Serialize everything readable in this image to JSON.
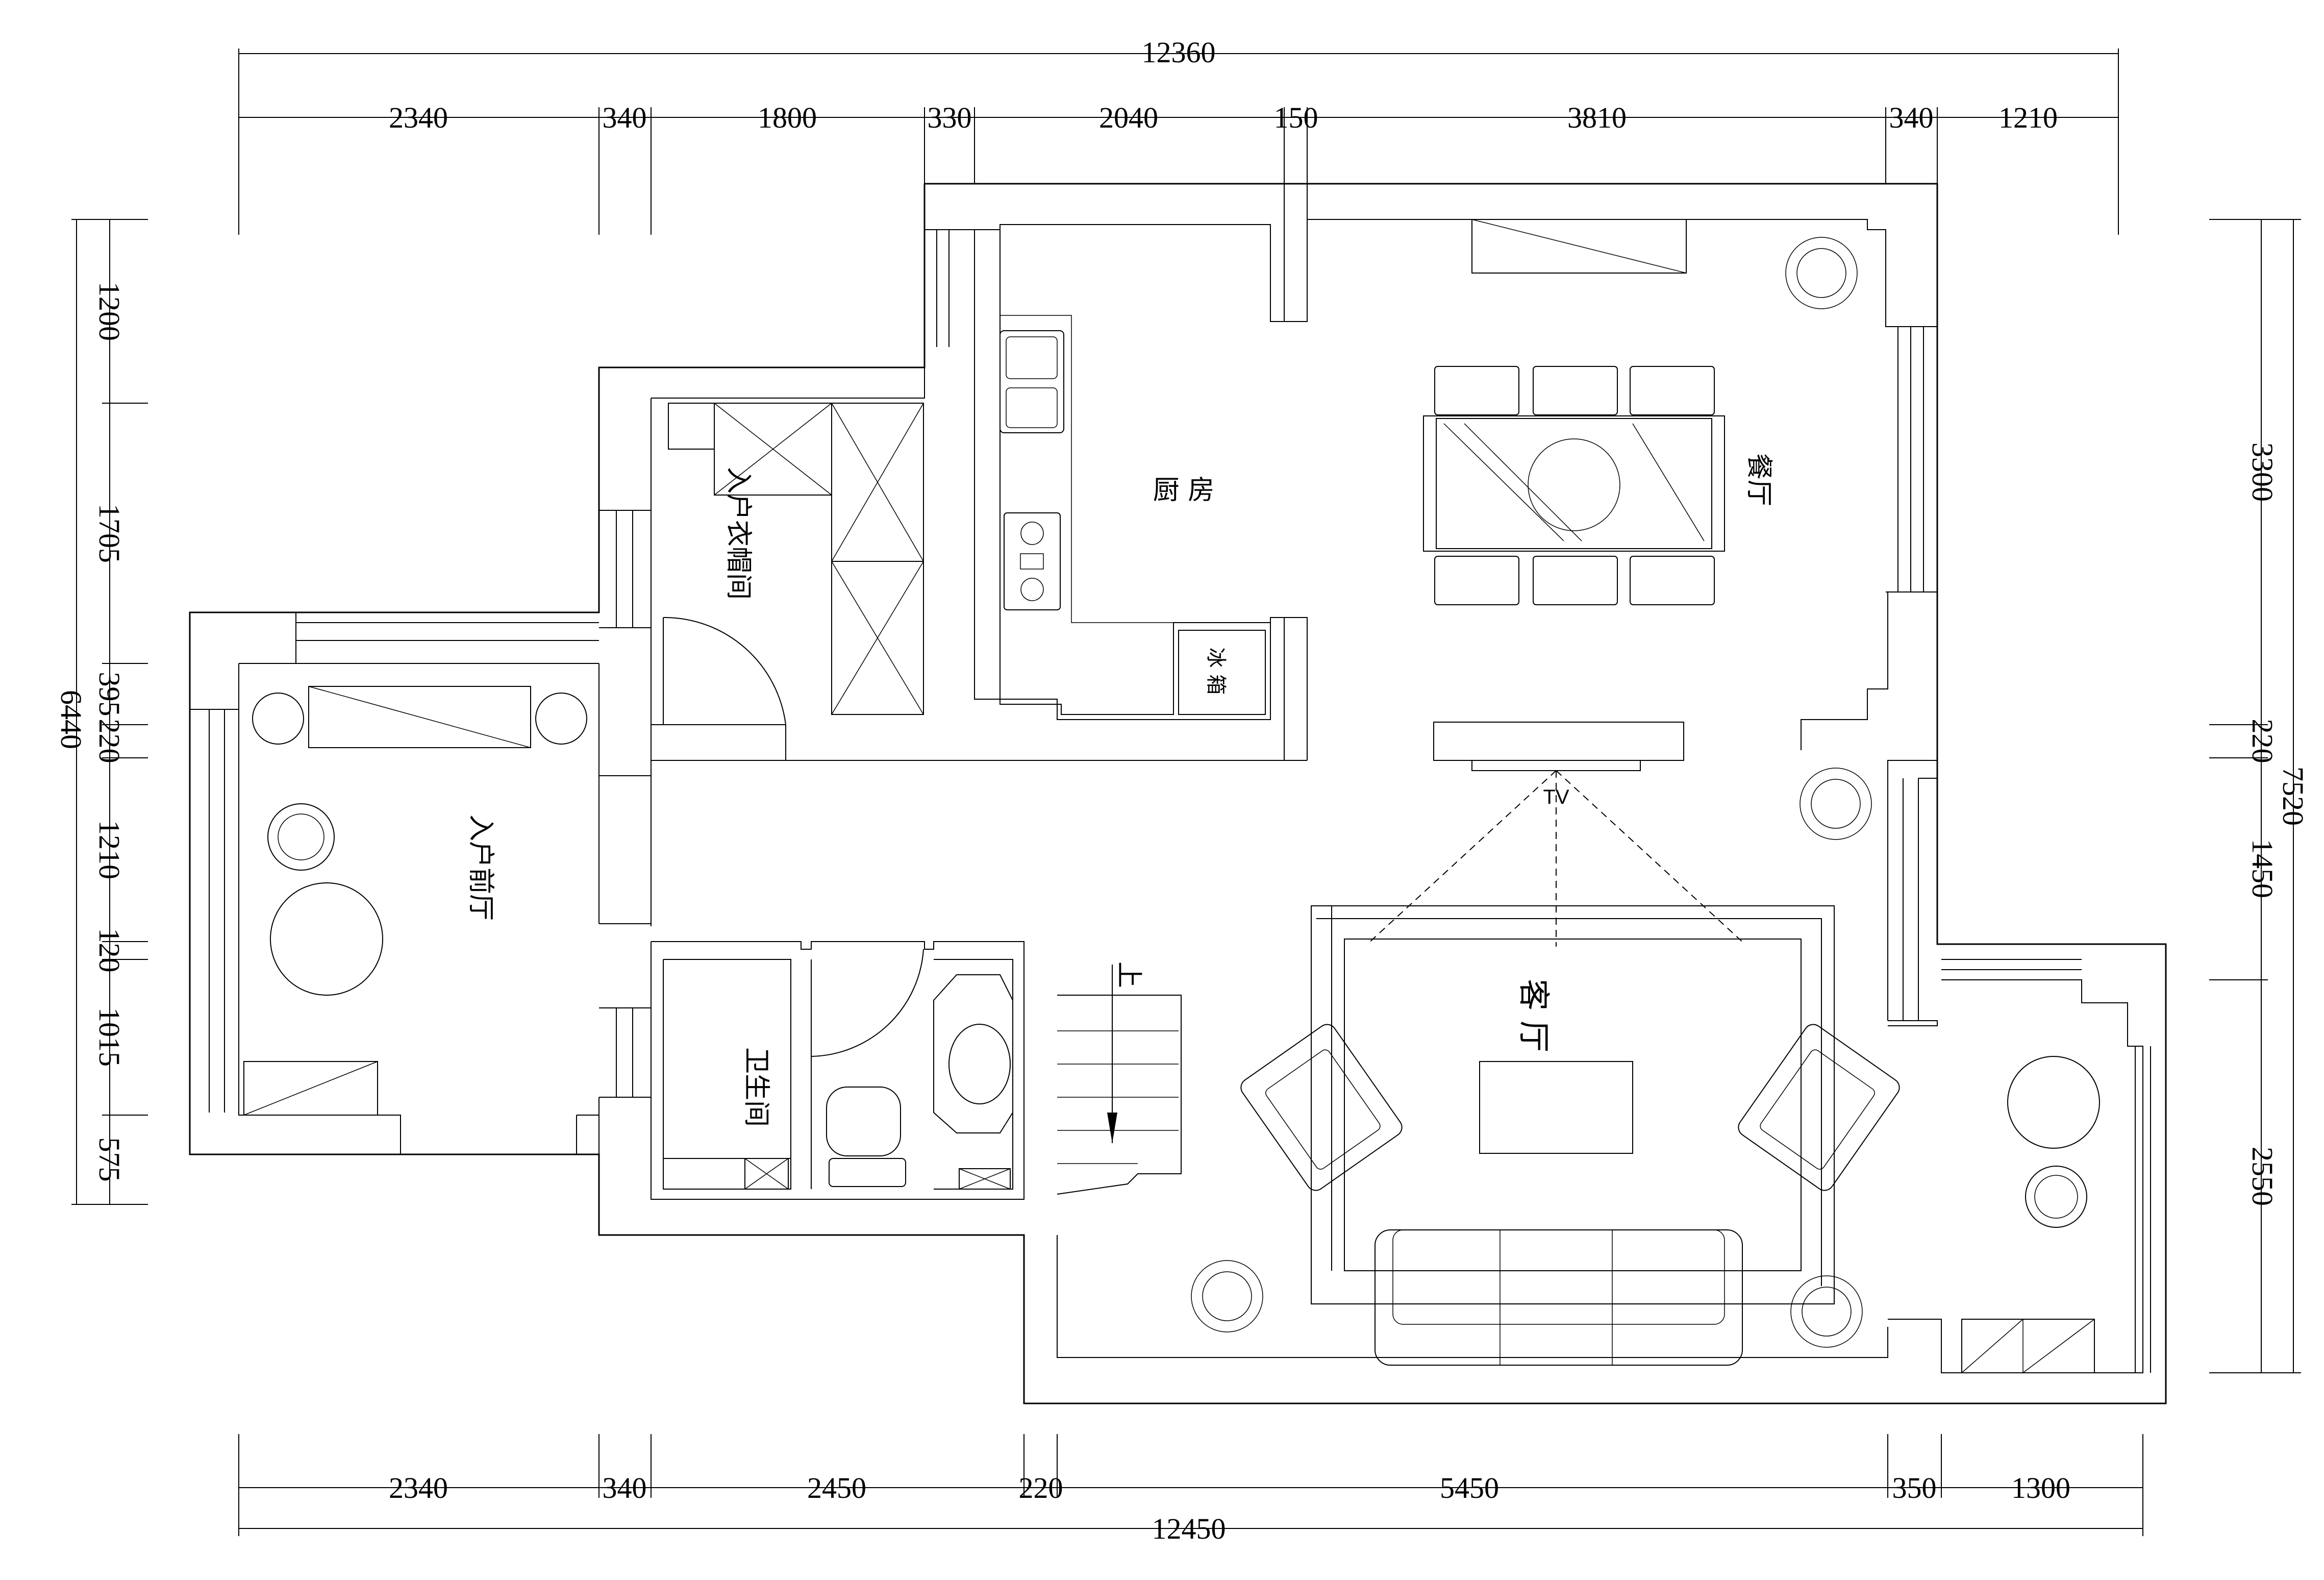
{
  "dimensions": {
    "top_total": "12360",
    "top_segments": [
      "2340",
      "340",
      "1800",
      "330",
      "2040",
      "150",
      "3810",
      "340",
      "1210"
    ],
    "bottom_total": "12450",
    "bottom_segments": [
      "2340",
      "340",
      "2450",
      "220",
      "5450",
      "350",
      "1300"
    ],
    "left_total": "6440",
    "left_segments": [
      "1200",
      "1705",
      "395",
      "220",
      "1210",
      "120",
      "1015",
      "575"
    ],
    "right_total": "7520",
    "right_segments": [
      "3300",
      "220",
      "1450",
      "2550"
    ]
  },
  "rooms": {
    "kitchen": "厨 房",
    "dining": "餐厅",
    "wardrobe": "入户衣帽间",
    "foyer": "入户前厅",
    "bathroom": "卫生间",
    "living": "客 厅",
    "fridge": "冰 箱",
    "stair_up": "上",
    "tv": "TV"
  }
}
